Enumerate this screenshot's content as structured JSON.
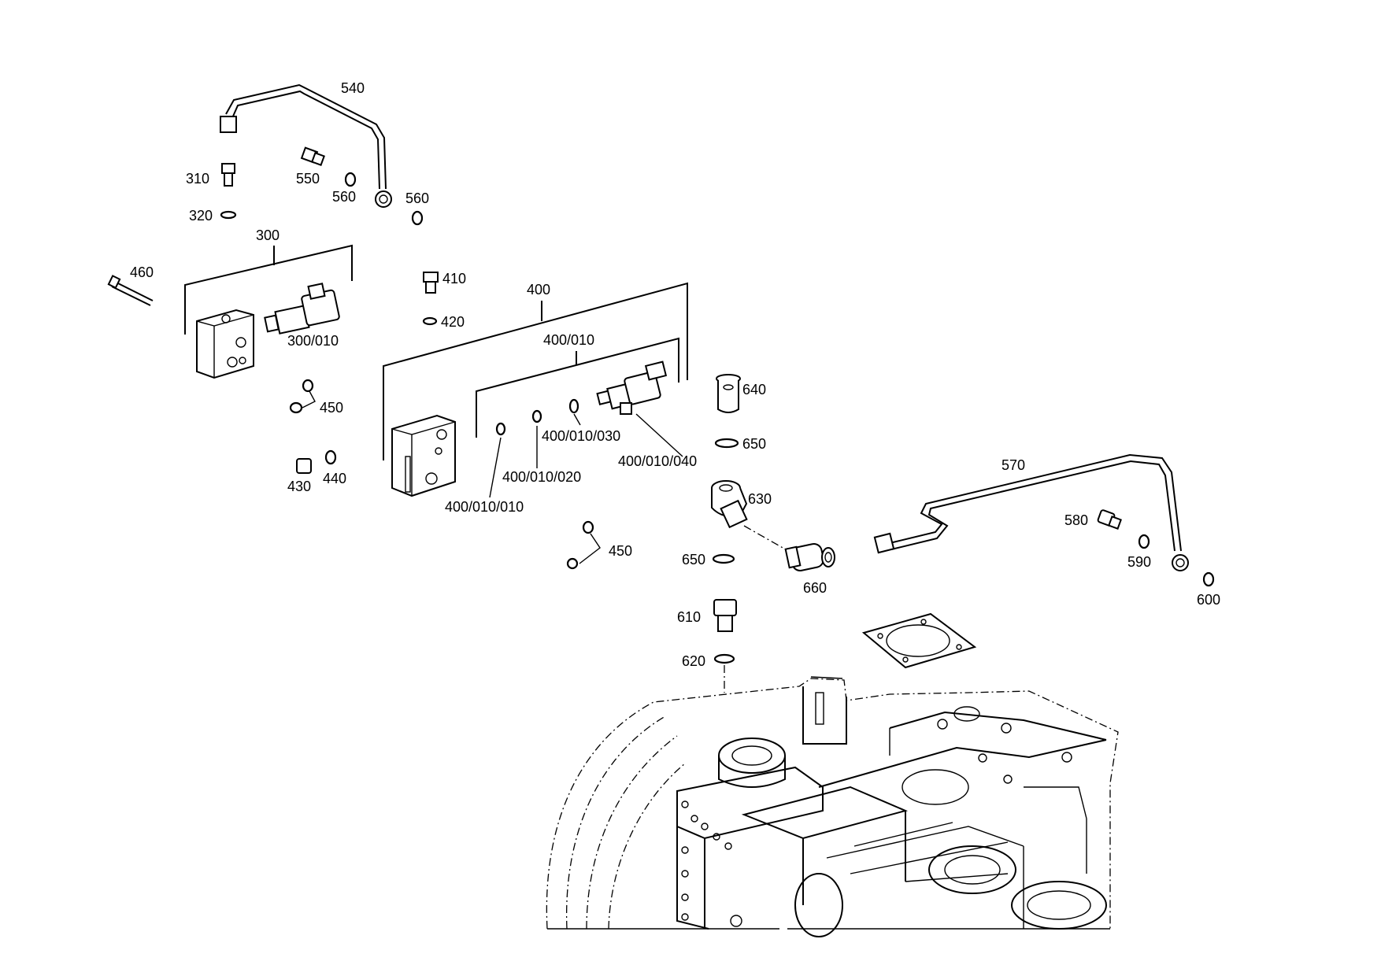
{
  "callouts": [
    {
      "id": "540",
      "text": "540"
    },
    {
      "id": "310",
      "text": "310"
    },
    {
      "id": "550",
      "text": "550"
    },
    {
      "id": "560a",
      "text": "560"
    },
    {
      "id": "560b",
      "text": "560"
    },
    {
      "id": "320",
      "text": "320"
    },
    {
      "id": "300",
      "text": "300"
    },
    {
      "id": "460",
      "text": "460"
    },
    {
      "id": "410",
      "text": "410"
    },
    {
      "id": "420",
      "text": "420"
    },
    {
      "id": "400",
      "text": "400"
    },
    {
      "id": "300_010",
      "text": "300/010"
    },
    {
      "id": "400_010",
      "text": "400/010"
    },
    {
      "id": "640",
      "text": "640"
    },
    {
      "id": "450a",
      "text": "450"
    },
    {
      "id": "400_010_030",
      "text": "400/010/030"
    },
    {
      "id": "650a",
      "text": "650"
    },
    {
      "id": "400_010_040",
      "text": "400/010/040"
    },
    {
      "id": "570",
      "text": "570"
    },
    {
      "id": "430",
      "text": "430"
    },
    {
      "id": "440",
      "text": "440"
    },
    {
      "id": "400_010_020",
      "text": "400/010/020"
    },
    {
      "id": "630",
      "text": "630"
    },
    {
      "id": "400_010_010",
      "text": "400/010/010"
    },
    {
      "id": "580",
      "text": "580"
    },
    {
      "id": "450b",
      "text": "450"
    },
    {
      "id": "590",
      "text": "590"
    },
    {
      "id": "650b",
      "text": "650"
    },
    {
      "id": "660",
      "text": "660"
    },
    {
      "id": "600",
      "text": "600"
    },
    {
      "id": "610",
      "text": "610"
    },
    {
      "id": "620",
      "text": "620"
    }
  ]
}
